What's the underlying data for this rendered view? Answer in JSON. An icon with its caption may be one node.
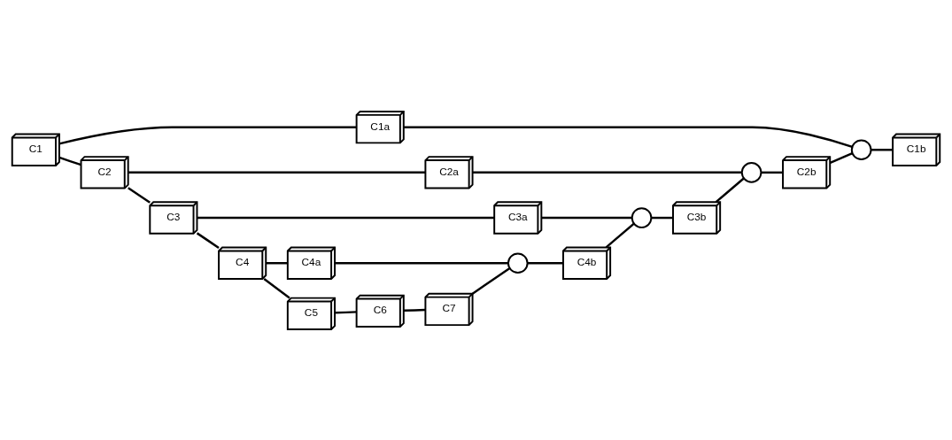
{
  "diagram": {
    "nodes": [
      {
        "text": [
          "C1a"
        ]
      },
      {
        "text": [
          "C2a"
        ]
      },
      {
        "text": [
          "C3a"
        ]
      },
      {
        "text": [
          "C4a"
        ]
      },
      {
        "text": [
          "C1"
        ]
      },
      {
        "text": [
          "C2"
        ]
      },
      {
        "text": [
          "C3"
        ]
      },
      {
        "text": [
          "C4"
        ]
      },
      {
        "text": [
          "C5"
        ]
      },
      {
        "text": [
          "C6"
        ]
      },
      {
        "text": [
          "C7"
        ]
      },
      {
        "text": [],
        "shape": "circle"
      },
      {
        "text": [
          "C4b"
        ]
      },
      {
        "text": [],
        "shape": "circle"
      },
      {
        "text": [
          "C3b"
        ]
      },
      {
        "text": [],
        "shape": "circle"
      },
      {
        "text": [
          "C2b"
        ]
      },
      {
        "text": [],
        "shape": "circle"
      },
      {
        "text": [
          "C1b"
        ]
      }
    ],
    "edges": [
      {
        "from": 4,
        "to": 5,
        "arrow": "none"
      },
      {
        "from": 5,
        "to": 6,
        "arrow": "none"
      },
      {
        "from": 6,
        "to": 7,
        "arrow": "none"
      },
      {
        "from": 7,
        "to": 8,
        "arrow": "none"
      },
      {
        "from": 8,
        "to": 9,
        "arrow": "none"
      },
      {
        "from": 9,
        "to": 10,
        "arrow": "none"
      },
      {
        "from": 10,
        "to": 11,
        "arrow": "none"
      },
      {
        "from": 11,
        "to": 12,
        "arrow": "none"
      },
      {
        "from": 12,
        "to": 13,
        "arrow": "none"
      },
      {
        "from": 13,
        "to": 14,
        "arrow": "none"
      },
      {
        "from": 14,
        "to": 15,
        "arrow": "none"
      },
      {
        "from": 15,
        "to": 16,
        "arrow": "none"
      },
      {
        "from": 16,
        "to": 17,
        "arrow": "none"
      },
      {
        "from": 17,
        "to": 18,
        "arrow": "none"
      },
      {
        "from": 4,
        "to": 0,
        "arrow": "none"
      },
      {
        "from": 0,
        "to": 17,
        "arrow": "none"
      },
      {
        "from": 5,
        "to": 1,
        "arrow": "none"
      },
      {
        "from": 1,
        "to": 15,
        "arrow": "none"
      },
      {
        "from": 6,
        "to": 2,
        "arrow": "none"
      },
      {
        "from": 2,
        "to": 13,
        "arrow": "none"
      },
      {
        "from": 7,
        "to": 3,
        "arrow": "none"
      },
      {
        "from": 3,
        "to": 11,
        "arrow": "none"
      }
    ]
  }
}
